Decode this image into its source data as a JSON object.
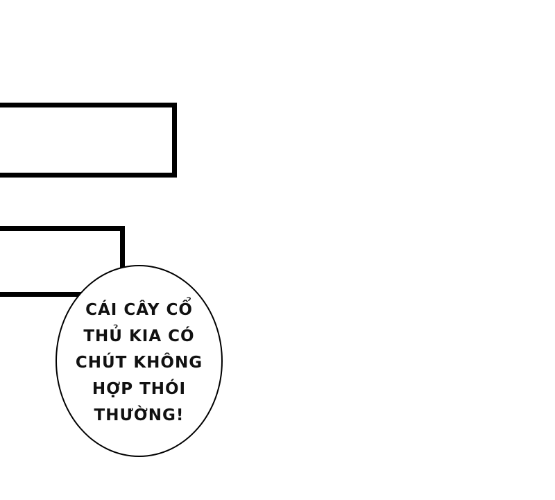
{
  "bubble": {
    "lines": [
      "CÁI CÂY CỔ",
      "THỦ KIA CÓ",
      "CHÚT KHÔNG",
      "HỢP THÓI",
      "THƯỜNG!"
    ]
  },
  "colors": {
    "background": "#ffffff",
    "ink": "#000000"
  }
}
